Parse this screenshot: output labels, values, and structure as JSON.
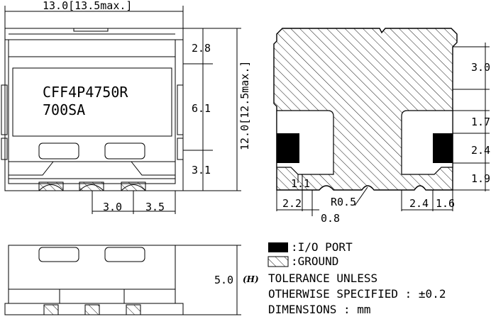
{
  "top_view": {
    "overall_width": "13.0[13.5max.]",
    "overall_height": "12.0[12.5max.]",
    "part_number": "CFF4P4750R",
    "part_suffix": "700SA",
    "height_top": "2.8",
    "height_middle": "6.1",
    "height_bottom": "3.1",
    "pitch_left": "3.0",
    "pitch_right": "3.5"
  },
  "bottom_view": {
    "height_top": "3.0",
    "height_1": "1.7",
    "height_2": "2.4",
    "height_3": "1.9",
    "left_offset": "1.1",
    "left_edge": "2.2",
    "gap": "0.8",
    "radius": "R0.5",
    "right_width": "2.4",
    "right_edge": "1.6"
  },
  "side_view": {
    "height": "5.0",
    "height_mark": "(H)"
  },
  "legend": {
    "io_port": ":I/O PORT",
    "ground": ":GROUND"
  },
  "notes": {
    "line1": "TOLERANCE UNLESS",
    "line2": "OTHERWISE SPECIFIED : ±0.2",
    "line3": "DIMENSIONS : mm"
  }
}
